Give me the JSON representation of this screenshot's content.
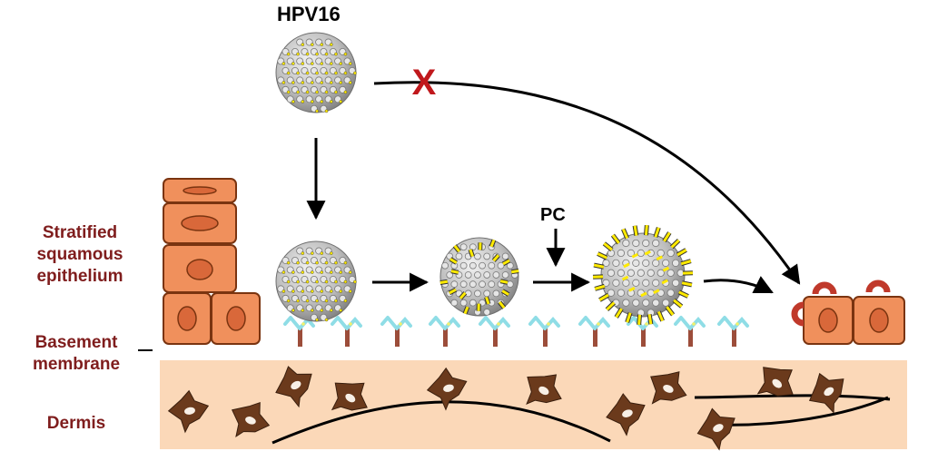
{
  "labels": {
    "title": "HPV16",
    "epithelium": [
      "Stratified",
      "squamous",
      "epithelium"
    ],
    "basement": [
      "Basement",
      "membrane"
    ],
    "dermis": "Dermis",
    "pc": "PC"
  },
  "blocked_marker": "X",
  "colors": {
    "label_text": "#7f1d1d",
    "cell_fill": "#f0905c",
    "cell_stroke": "#7a3410",
    "nucleus": "#d9683a",
    "dermis_bg": "#fbd8b8",
    "fibroblast": "#6b3a1c",
    "receptor_blue": "#8fdde6",
    "receptor_stem": "#9c4d3a",
    "block_x": "#c0181c",
    "l2_yellow": "#ffea00",
    "virion_gray": "#bfbfbf"
  },
  "icons": [
    "virion-hpv16",
    "hspg-receptor",
    "entry-receptor",
    "fibroblast"
  ]
}
